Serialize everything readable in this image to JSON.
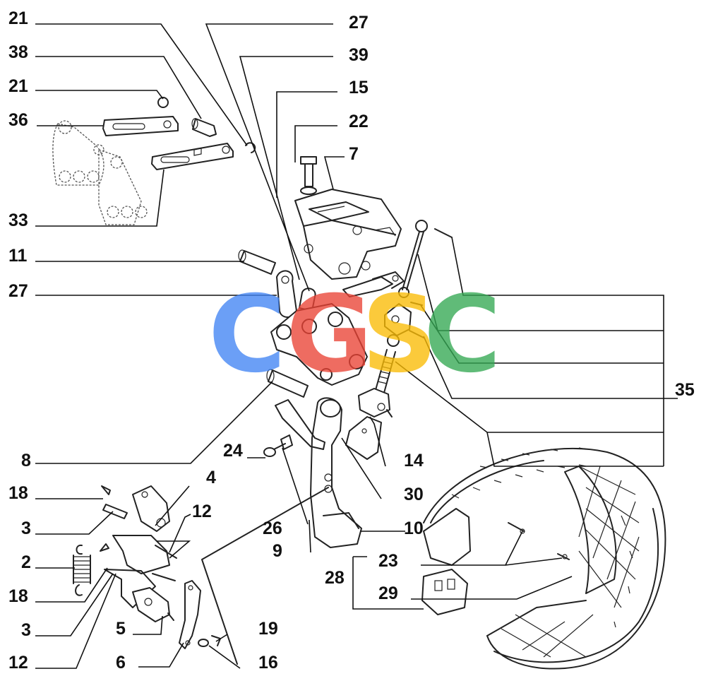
{
  "callouts": {
    "c21a": "21",
    "c38": "38",
    "c21b": "21",
    "c36": "36",
    "c33": "33",
    "c11": "11",
    "c27a": "27",
    "c8": "8",
    "c18a": "18",
    "c3a": "3",
    "c2": "2",
    "c18b": "18",
    "c3b": "3",
    "c12a": "12",
    "c4": "4",
    "c12b": "12",
    "c5": "5",
    "c6": "6",
    "c16": "16",
    "c19": "19",
    "c9": "9",
    "c26": "26",
    "c24": "24",
    "c27b": "27",
    "c39": "39",
    "c15": "15",
    "c22": "22",
    "c7": "7",
    "c35": "35",
    "c14": "14",
    "c30": "30",
    "c10": "10",
    "c23": "23",
    "c28": "28",
    "c29": "29"
  },
  "watermark": {
    "letters": [
      "C",
      "G",
      "S",
      "C"
    ],
    "colors": [
      "#4285F4",
      "#EA4335",
      "#FBBC05",
      "#34A853"
    ]
  }
}
